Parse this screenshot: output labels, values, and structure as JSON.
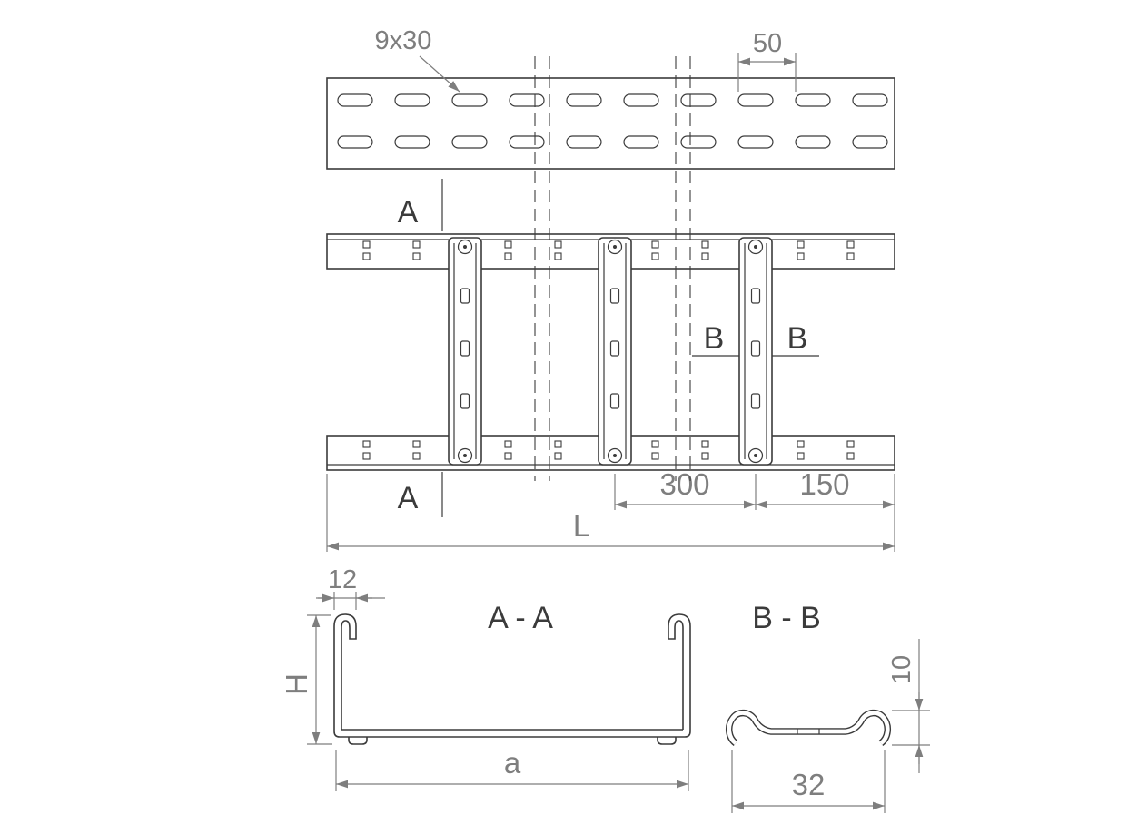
{
  "drawing": {
    "colors": {
      "line": "#3b3b3b",
      "dimension": "#7e7e7e",
      "background": "#ffffff"
    },
    "top_view": {
      "slot_callout": "9x30",
      "pitch_dim": "50"
    },
    "plan_view": {
      "section_a": "A",
      "section_b": "B",
      "rung_pitch_dim": "300",
      "end_offset_dim": "150",
      "length_dim": "L"
    },
    "section_aa": {
      "title": "A - A",
      "flange_dim": "12",
      "height_dim": "H",
      "width_dim": "a"
    },
    "section_bb": {
      "title": "B - B",
      "height_dim": "10",
      "width_dim": "32"
    }
  }
}
